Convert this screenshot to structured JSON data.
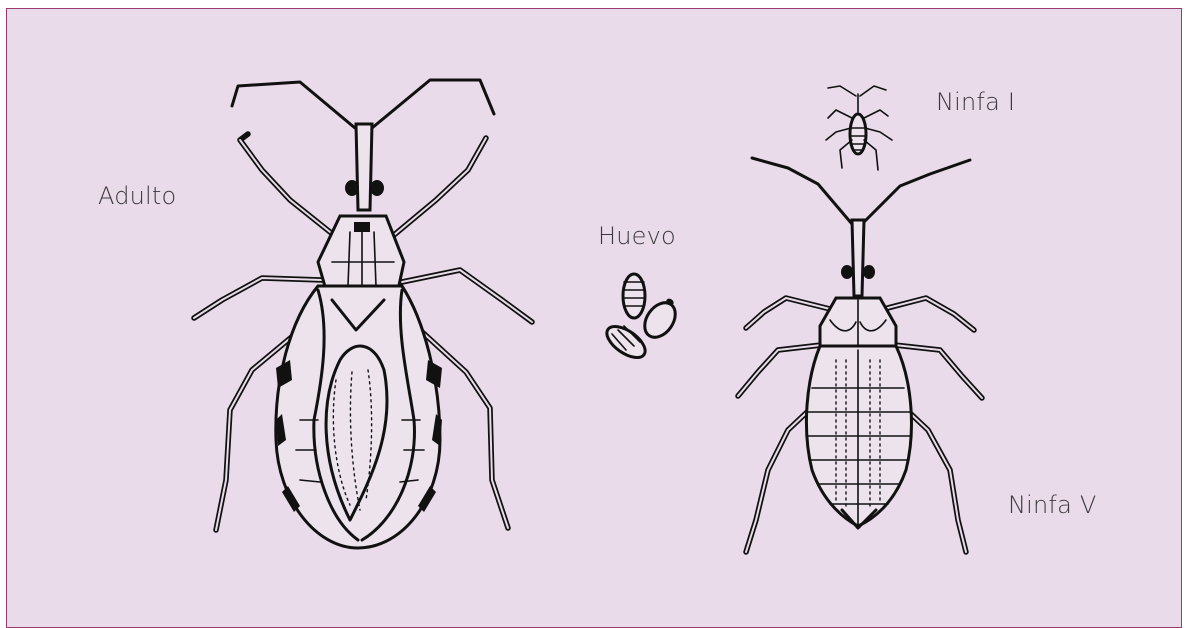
{
  "labels": {
    "adult": "Adulto",
    "egg": "Huevo",
    "nymph_first": "Ninfa I",
    "nymph_fifth": "Ninfa V"
  },
  "colors": {
    "panel_background": "#e9dbe9",
    "panel_border": "#9b3a6b",
    "ink": "#111111",
    "label_text": "#3a3a3a"
  }
}
